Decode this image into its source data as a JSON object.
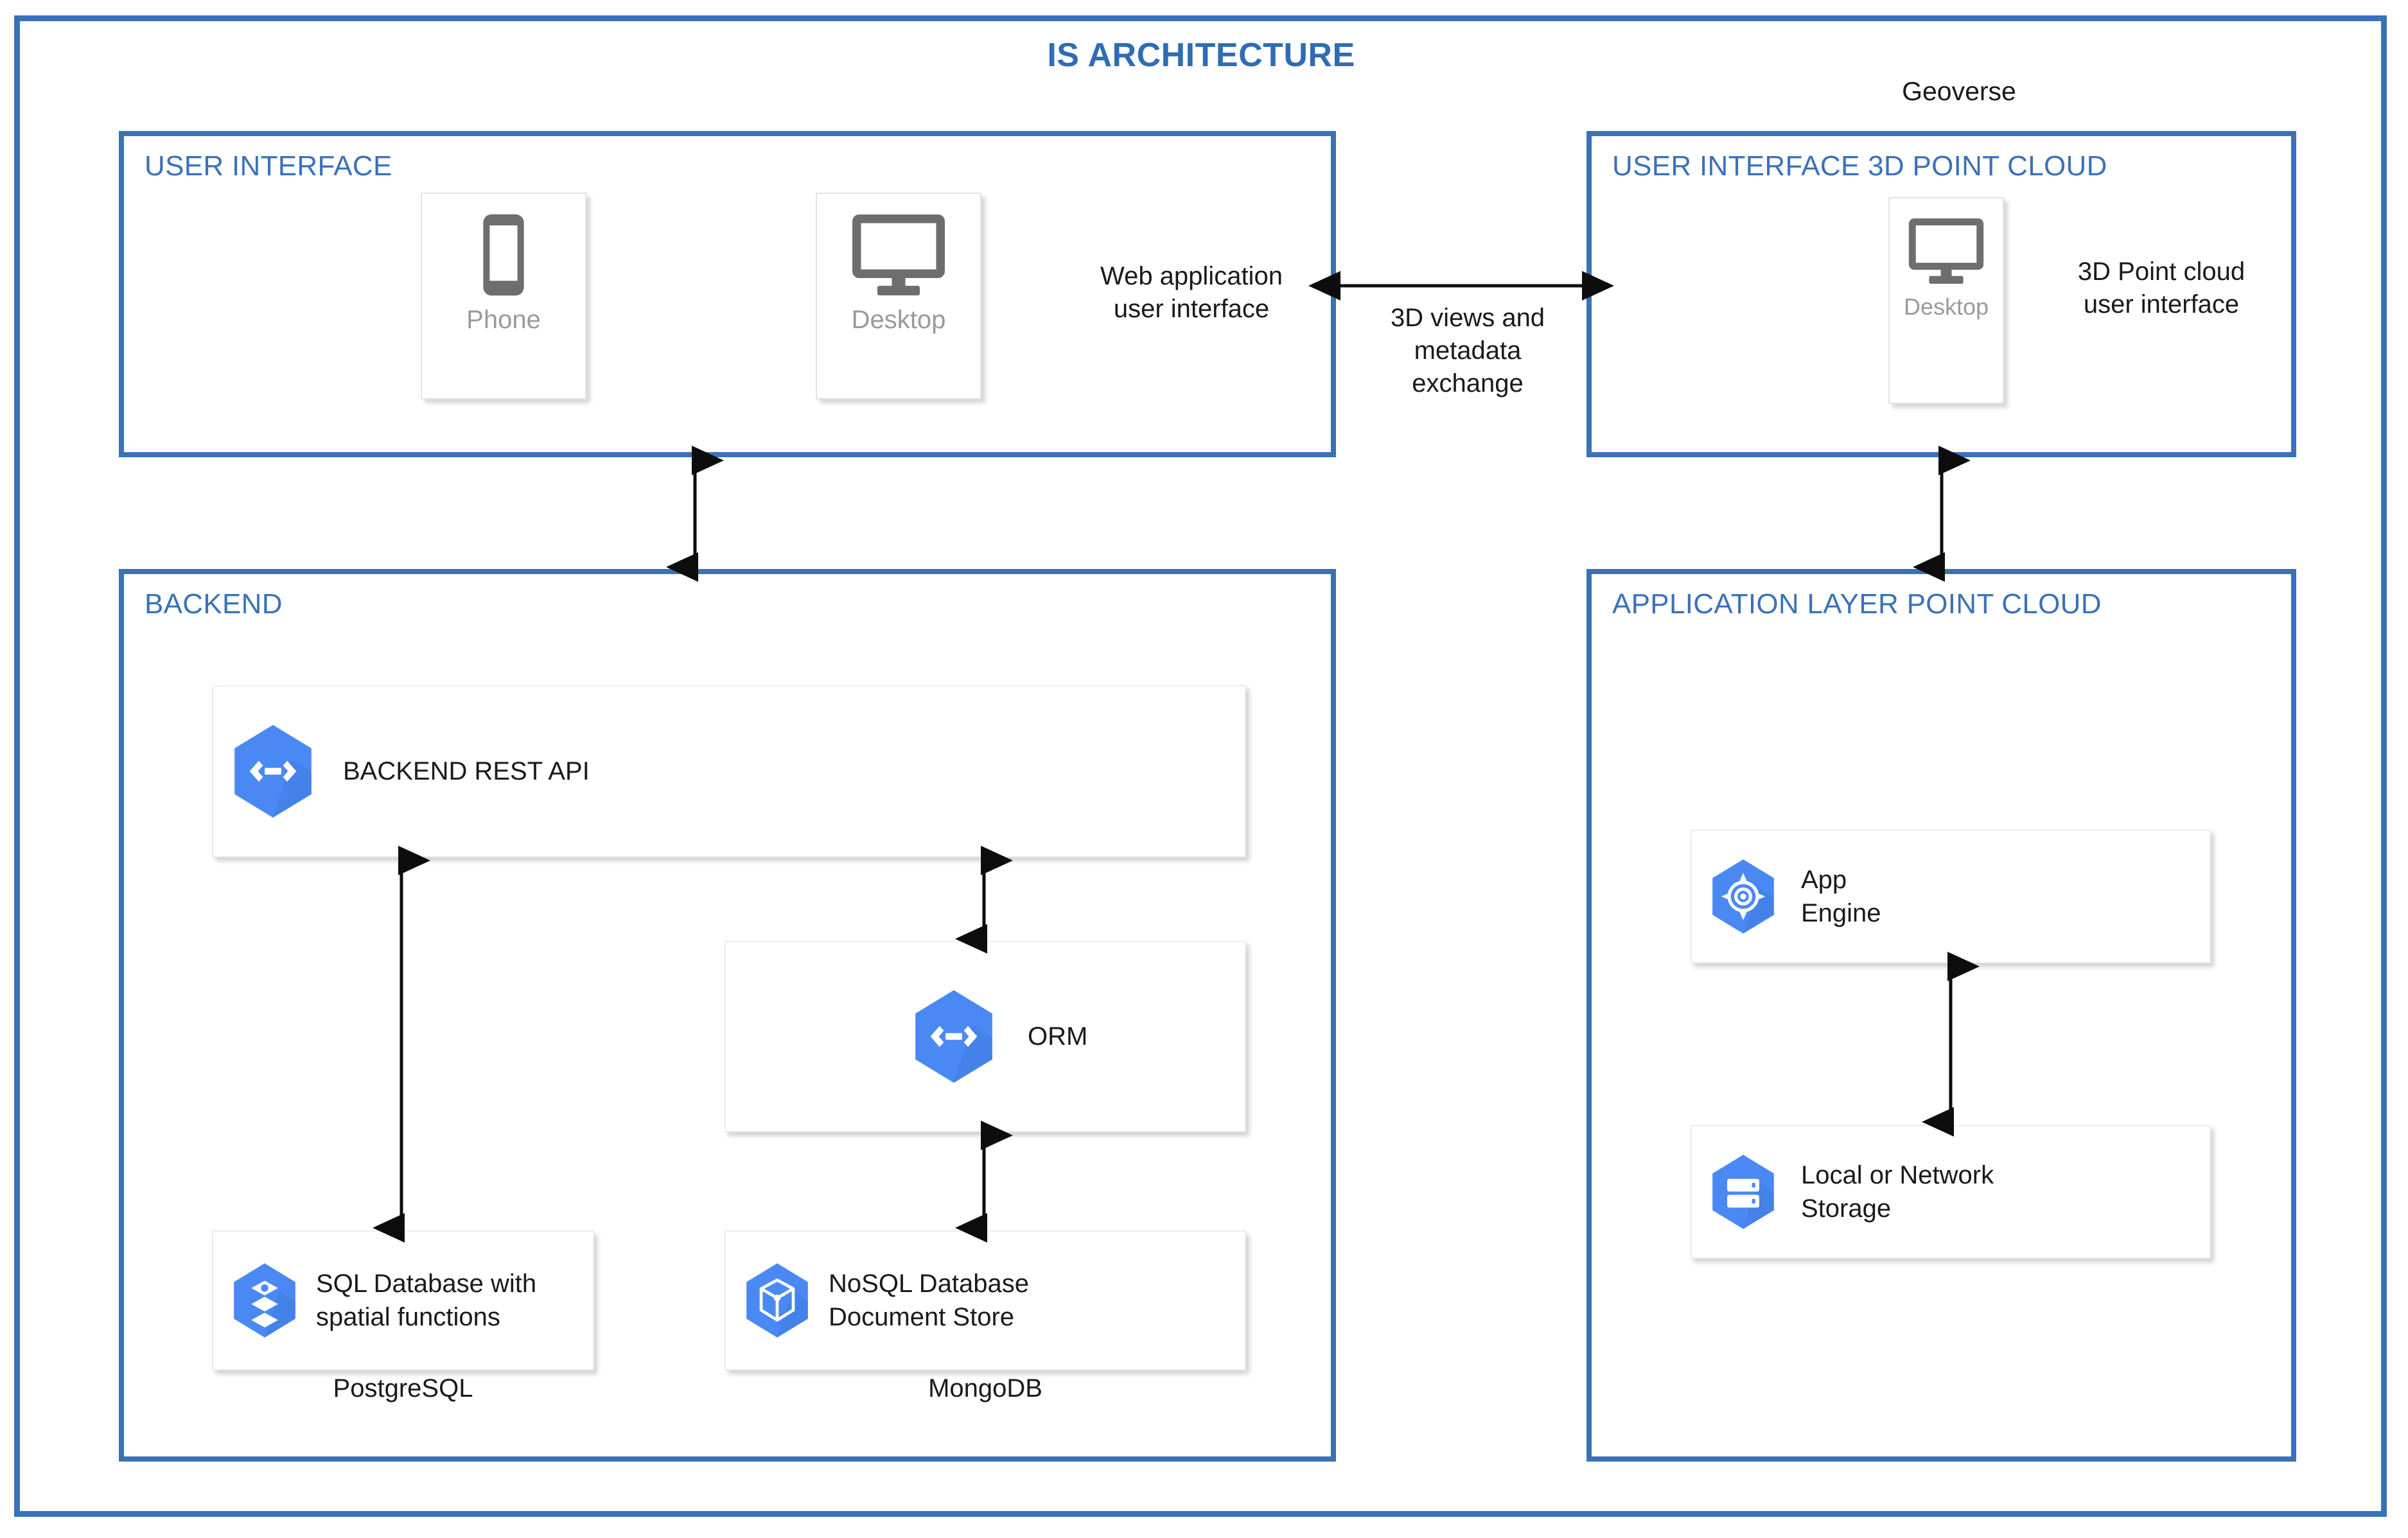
{
  "diagram": {
    "title": "IS ARCHITECTURE",
    "geoverse_label": "Geoverse",
    "accent_color": "#3a72b8",
    "icon_color": "#4a89f3",
    "device_icon_color": "#6e6e6e"
  },
  "groups": {
    "user_interface": {
      "title": "USER INTERFACE"
    },
    "user_interface_3d": {
      "title": "USER INTERFACE 3D POINT CLOUD"
    },
    "backend": {
      "title": "BACKEND"
    },
    "application_layer": {
      "title": "APPLICATION LAYER POINT CLOUD"
    }
  },
  "devices": {
    "phone": {
      "label": "Phone",
      "icon": "phone-icon"
    },
    "desktop": {
      "label": "Desktop",
      "icon": "desktop-icon"
    },
    "desktop_3d": {
      "label": "Desktop",
      "icon": "desktop-icon"
    }
  },
  "annotations": {
    "web_application": "Web application\nuser interface",
    "exchange": "3D views and\nmetadata\nexchange",
    "point_cloud_ui": "3D Point cloud\nuser interface"
  },
  "components": {
    "rest_api": {
      "label": "BACKEND REST API",
      "icon": "cloud-endpoints-icon"
    },
    "orm": {
      "label": "ORM",
      "icon": "cloud-endpoints-icon"
    },
    "sql": {
      "label": "SQL Database with\nspatial functions",
      "icon": "database-layers-icon",
      "caption": "PostgreSQL"
    },
    "nosql": {
      "label": "NoSQL Database\nDocument Store",
      "icon": "document-store-icon",
      "caption": "MongoDB"
    },
    "app_engine": {
      "label": "App\nEngine",
      "icon": "app-engine-icon"
    },
    "storage": {
      "label": "Local or Network\nStorage",
      "icon": "storage-icon"
    }
  },
  "connections": {
    "ui_to_backend": "double-arrow-vertical",
    "ui3d_to_applayer": "double-arrow-vertical",
    "ui_to_ui3d": "double-arrow-horizontal",
    "api_to_sql": "double-arrow-vertical",
    "api_to_orm": "double-arrow-vertical",
    "orm_to_nosql": "double-arrow-vertical",
    "appengine_to_storage": "double-arrow-vertical"
  }
}
